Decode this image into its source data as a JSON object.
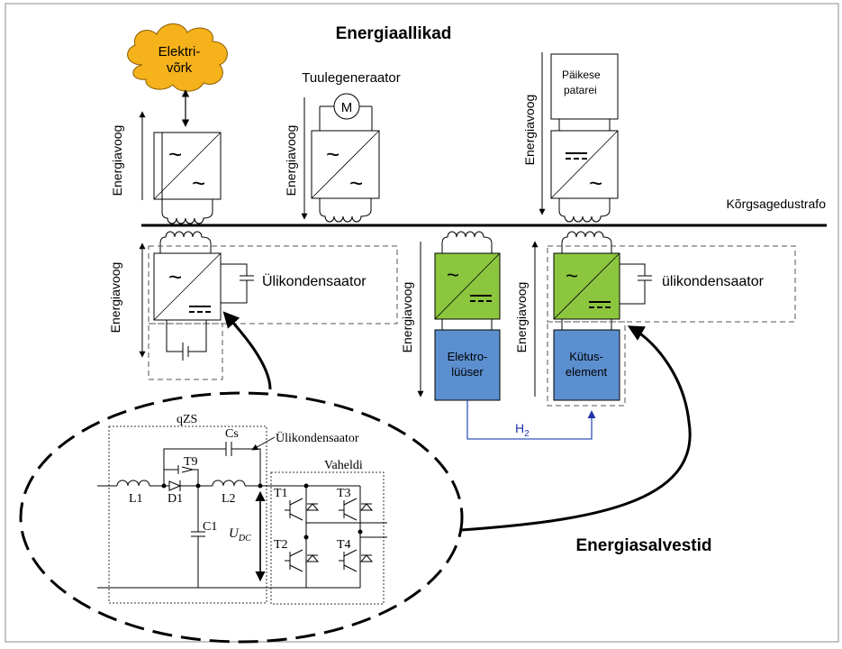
{
  "title_sources": "Energiaallikad",
  "title_storage": "Energiasalvestid",
  "grid": {
    "line1": "Elektri-",
    "line2": "võrk",
    "fill": "#F5B21B"
  },
  "wind_label": "Tuulegeneraator",
  "motor_label": "M",
  "solar": {
    "line1": "Päikese",
    "line2": "patarei"
  },
  "hf_transformer": "Kõrgsagedustrafo",
  "flow_label": "Energiavoog",
  "sym_ac": "~",
  "supercap_label_1": "Ülikondensaator",
  "supercap_label_2": "ülikondensaator",
  "electrolyzer": {
    "line1": "Elektro-",
    "line2": "lüüser"
  },
  "fuelcell": {
    "line1": "Kütus-",
    "line2": "element"
  },
  "h2_label": "H",
  "h2_sub": "2",
  "colors": {
    "green": "#8CC63F",
    "blue": "#5B8FD0",
    "h2_line": "#3355BB"
  },
  "circuit": {
    "qzs": "qZS",
    "cs": "Cs",
    "supercap": "Ülikondensaator",
    "inverter": "Vaheldi",
    "L1": "L1",
    "L2": "L2",
    "D1": "D1",
    "T9": "T9",
    "C1": "C1",
    "udc_main": "U",
    "udc_sub": "DC",
    "T1": "T1",
    "T2": "T2",
    "T3": "T3",
    "T4": "T4"
  }
}
